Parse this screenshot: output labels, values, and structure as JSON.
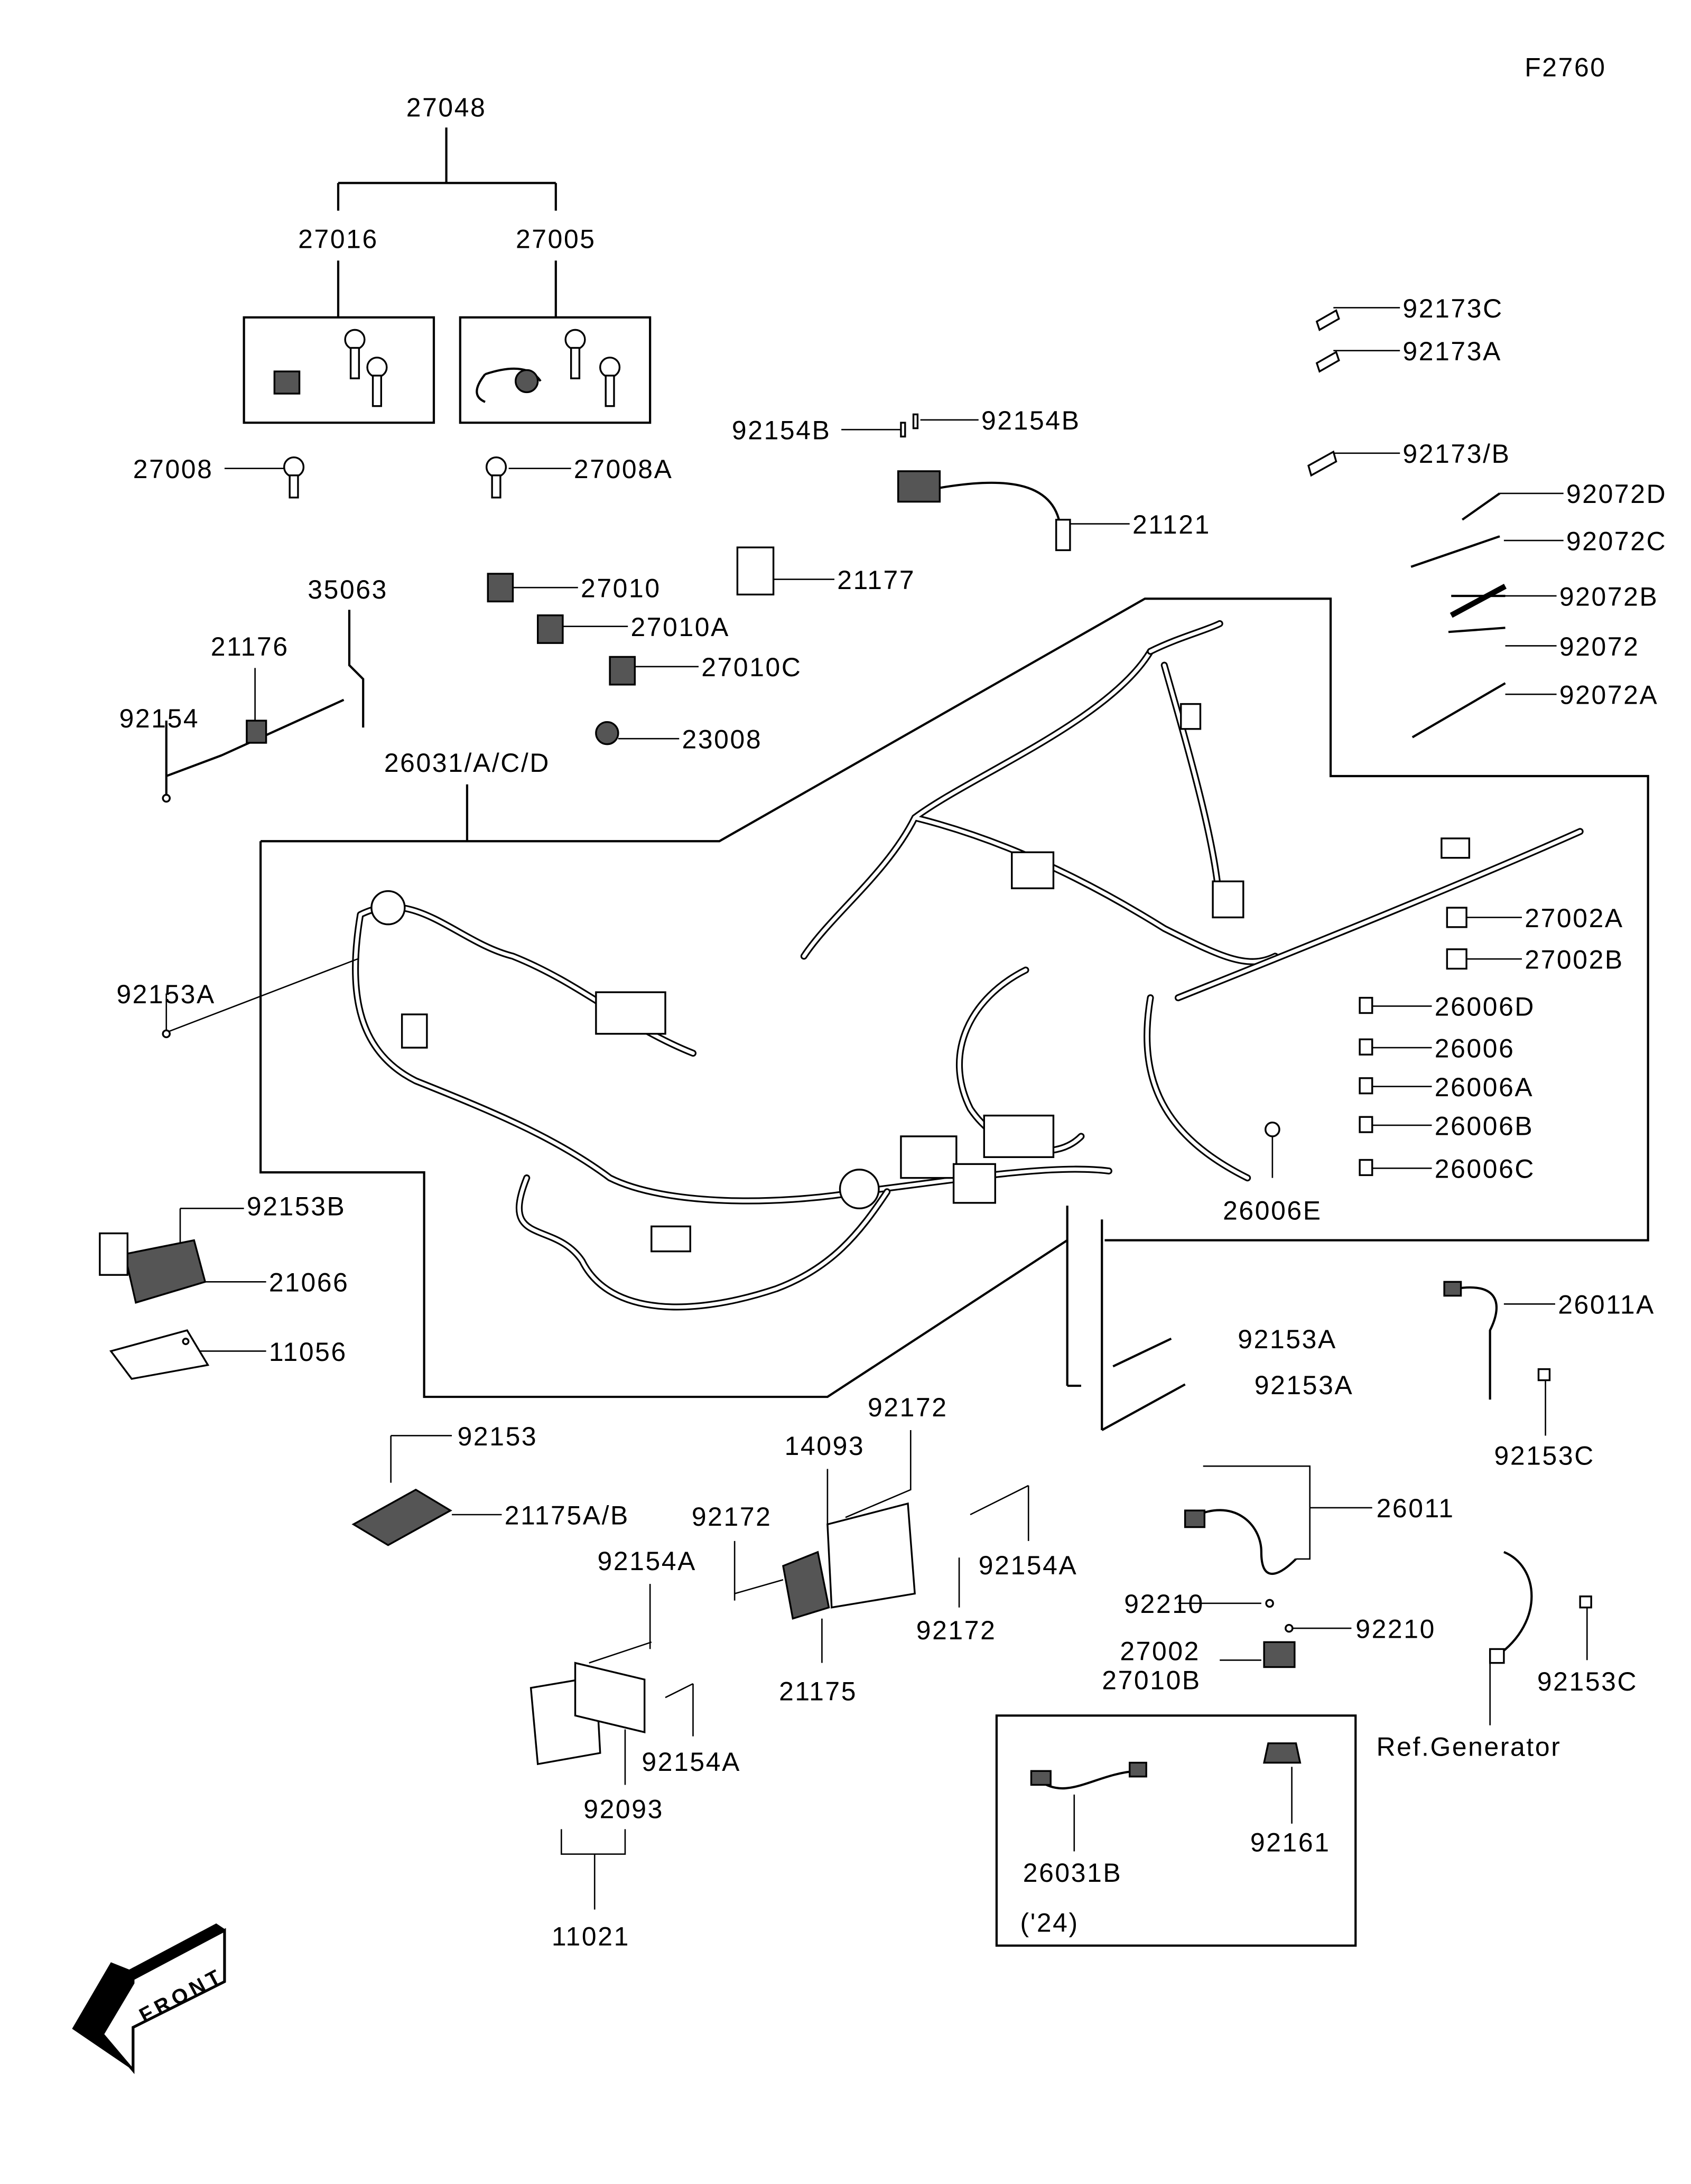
{
  "diagram_code": "F2760",
  "labels": [
    "27048",
    "27016",
    "27005",
    "27008",
    "27008A",
    "92154B",
    "92154B",
    "92173C",
    "92173A",
    "92173/B",
    "92072D",
    "92072C",
    "92072B",
    "92072",
    "92072A",
    "21121",
    "21177",
    "35063",
    "27010",
    "27010A",
    "27010C",
    "23008",
    "21176",
    "92154",
    "26031/A/C/D",
    "92153A",
    "27002A",
    "27002B",
    "26006D",
    "26006",
    "26006A",
    "26006B",
    "26006C",
    "26006E",
    "92153B",
    "21066",
    "11056",
    "92153A",
    "92153A",
    "26011A",
    "92153C",
    "92172",
    "14093",
    "92153",
    "21175A/B",
    "92172",
    "92154A",
    "92154A",
    "26011",
    "92172",
    "92210",
    "92210",
    "27002",
    "27010B",
    "92153C",
    "Ref.Generator",
    "21175",
    "92154A",
    "92093",
    "11021",
    "26031B",
    "92161",
    "('24)"
  ],
  "front_arrow": "FRONT"
}
